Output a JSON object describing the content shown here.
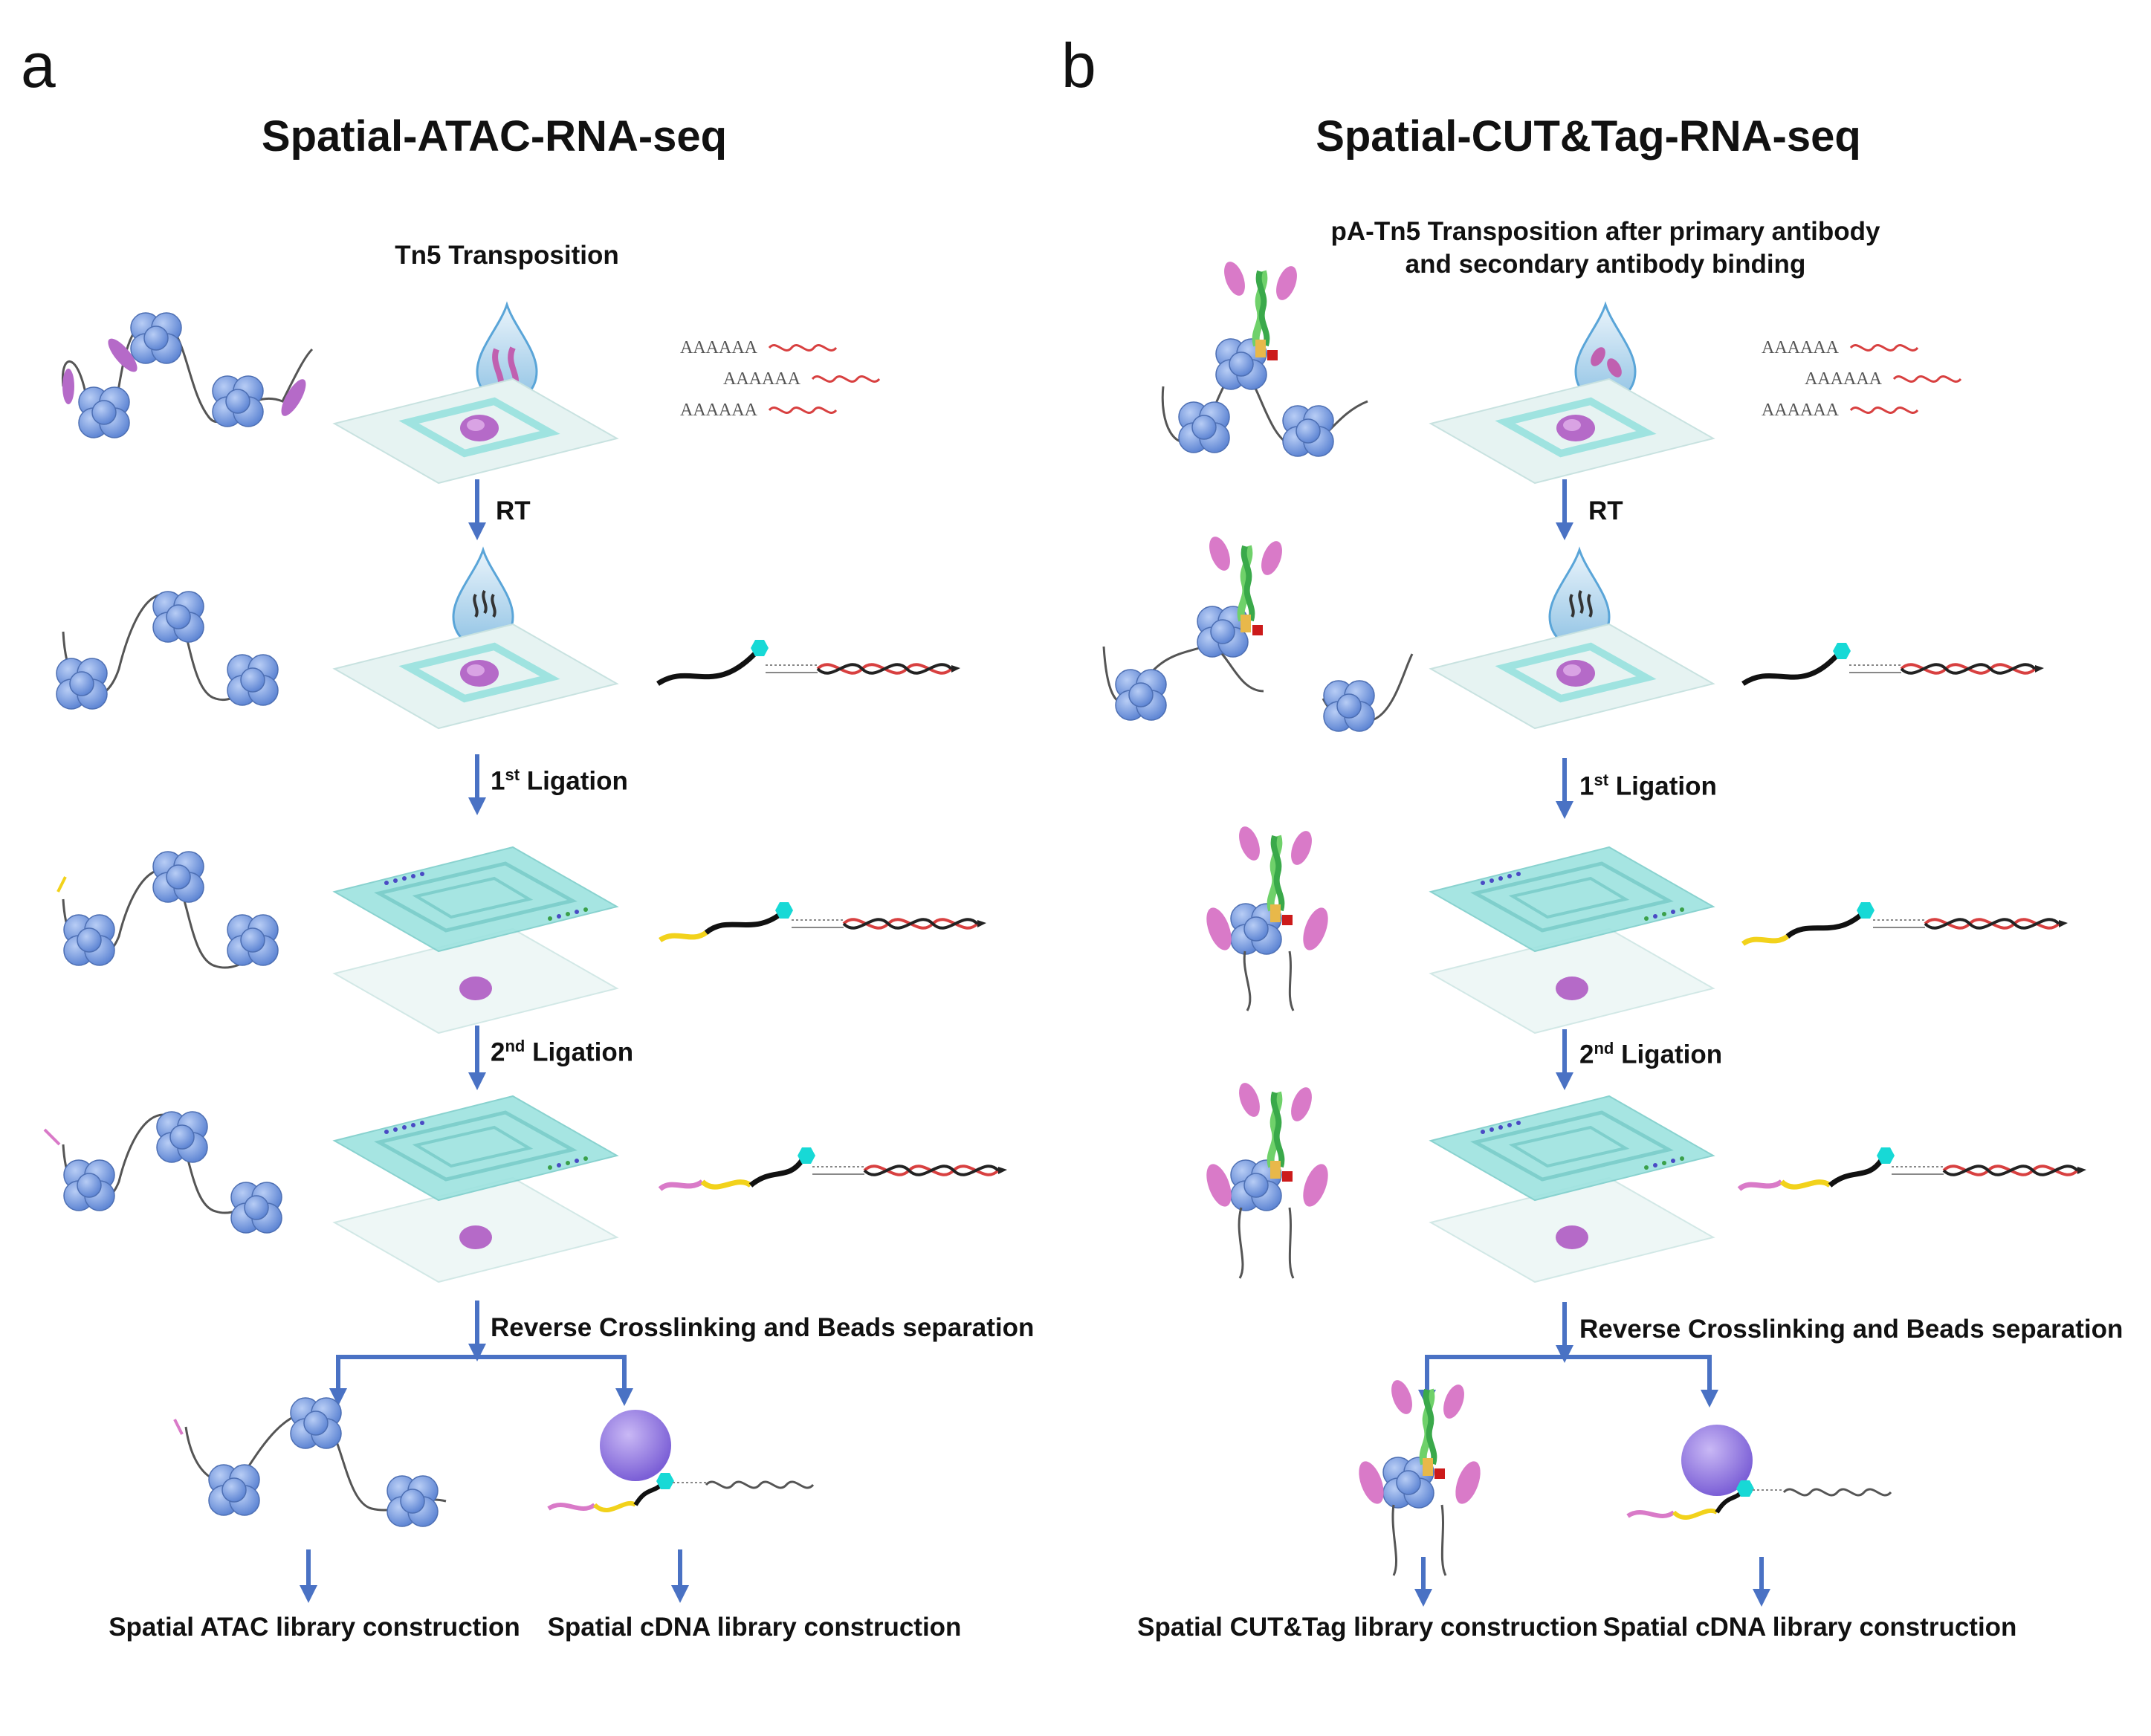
{
  "panels": [
    {
      "letter": "a",
      "title": "Spatial-ATAC-RNA-seq",
      "first_step_title": "Tn5 Transposition",
      "steps": [
        "RT",
        "1st Ligation",
        "2nd Ligation",
        "Reverse Crosslinking and Beads separation"
      ],
      "libraries": [
        "Spatial ATAC library construction",
        "Spatial cDNA library construction"
      ],
      "polyA": [
        "AAAAAA",
        "AAAAAA",
        "AAAAAA"
      ]
    },
    {
      "letter": "b",
      "title": "Spatial-CUT&Tag-RNA-seq",
      "first_step_title_lines": [
        "pA-Tn5 Transposition after primary antibody",
        "and secondary antibody binding"
      ],
      "steps": [
        "RT",
        "1st Ligation",
        "2nd Ligation",
        "Reverse Crosslinking and Beads separation"
      ],
      "libraries": [
        "Spatial CUT&Tag library construction",
        "Spatial cDNA library construction"
      ],
      "polyA": [
        "AAAAAA",
        "AAAAAA",
        "AAAAAA"
      ]
    }
  ],
  "ligation": {
    "first_base": "1",
    "first_sup": "st",
    "second_base": "2",
    "second_sup": "nd",
    "word": " Ligation"
  },
  "colors": {
    "arrow": "#4a72c4",
    "nucleosome": "#7fa3e6",
    "slide": "#e6f3f2",
    "chip": "#9fe3e0",
    "tissue": "#b56ac8",
    "rna_red": "#d84040",
    "dna_black": "#222222",
    "barcode_yellow": "#f2d21b",
    "barcode_pink": "#d97ac8",
    "bead": "#9b7fe0",
    "cyan": "#17d9d6"
  }
}
